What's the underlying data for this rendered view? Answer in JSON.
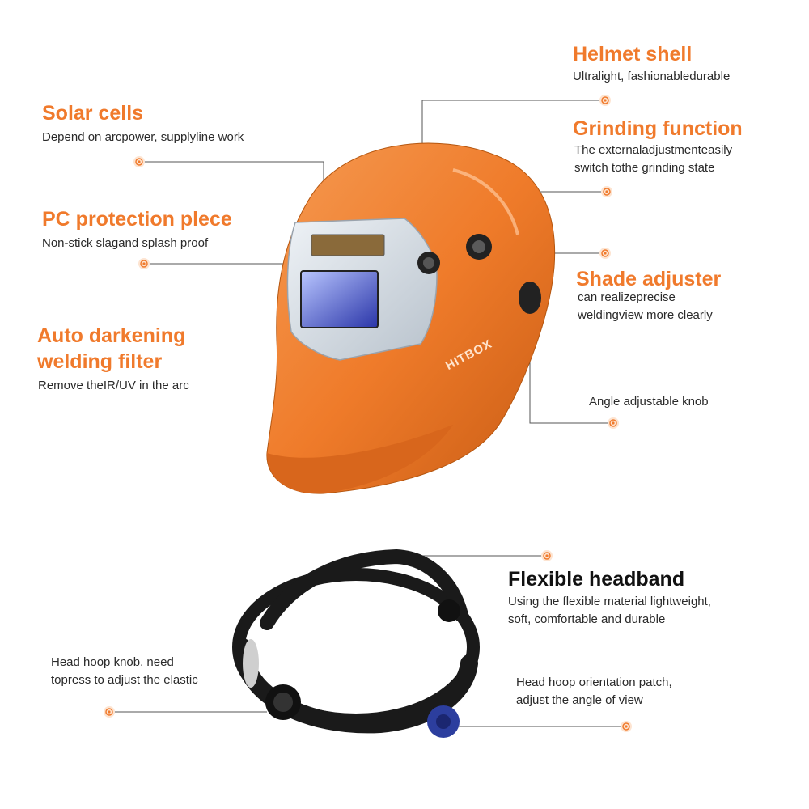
{
  "colors": {
    "accent": "#f07a2c",
    "helmet": "#ef7b2a",
    "leader_line": "#555555",
    "headband": "#1a1a1a",
    "knob_blue": "#2c3e9e"
  },
  "brand_logo_text": "HITBOX",
  "callouts": {
    "helmet_shell": {
      "title": "Helmet shell",
      "desc": "Ultralight, fashionabledurable"
    },
    "solar_cells": {
      "title": "Solar cells",
      "desc": "Depend on arcpower, supplyline work"
    },
    "grinding_function": {
      "title": "Grinding function",
      "desc_line1": "The externaladjustmenteasily",
      "desc_line2": "switch tothe grinding state"
    },
    "pc_protection": {
      "title": "PC protection plece",
      "desc": "Non-stick slagand splash proof"
    },
    "shade_adjuster": {
      "title": "Shade adjuster",
      "desc_line1": "can realizeprecise",
      "desc_line2": "weldingview more clearly"
    },
    "auto_darkening": {
      "title_line1": "Auto darkening",
      "title_line2": "welding filter",
      "desc": "Remove theIR/UV in the arc"
    },
    "angle_knob": {
      "desc": "Angle adjustable knob"
    },
    "flexible_headband": {
      "title": "Flexible headband",
      "desc_line1": "Using the flexible material lightweight,",
      "desc_line2": "soft, comfortable and durable"
    },
    "head_hoop_knob": {
      "desc_line1": "Head hoop knob, need",
      "desc_line2": "topress to adjust the elastic"
    },
    "orientation_patch": {
      "desc_line1": "Head hoop orientation patch,",
      "desc_line2": "adjust the angle of view"
    }
  }
}
